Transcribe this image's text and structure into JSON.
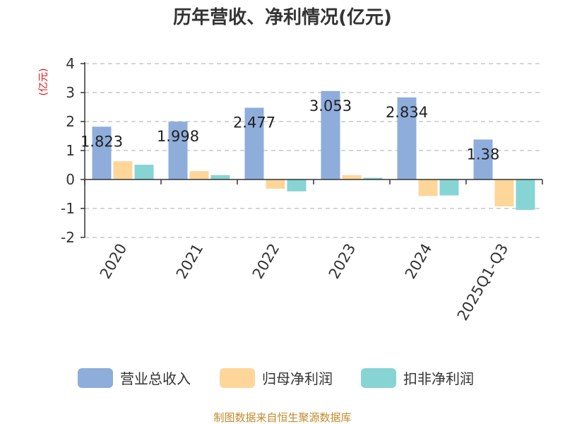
{
  "chart_data": {
    "type": "bar",
    "title": "历年营收、净利情况(亿元)",
    "unit_label": "(亿元)",
    "source": "制图数据来自恒生聚源数据库",
    "categories": [
      "2020",
      "2021",
      "2022",
      "2023",
      "2024",
      "2025Q1-Q3"
    ],
    "ylim": [
      -2,
      4
    ],
    "yticks": [
      -2,
      -1,
      0,
      1,
      2,
      3,
      4
    ],
    "grid": true,
    "legend_position": "bottom",
    "series": [
      {
        "name": "营业总收入",
        "color": "#8eaddb",
        "values": [
          1.823,
          1.998,
          2.477,
          3.053,
          2.834,
          1.38
        ],
        "labels": [
          "1.823",
          "1.998",
          "2.477",
          "3.053",
          "2.834",
          "1.38"
        ]
      },
      {
        "name": "归母净利润",
        "color": "#ffd699",
        "values": [
          0.63,
          0.29,
          -0.32,
          0.15,
          -0.57,
          -0.93
        ]
      },
      {
        "name": "扣非净利润",
        "color": "#87d4d4",
        "values": [
          0.51,
          0.15,
          -0.41,
          0.06,
          -0.55,
          -1.05
        ]
      }
    ]
  }
}
